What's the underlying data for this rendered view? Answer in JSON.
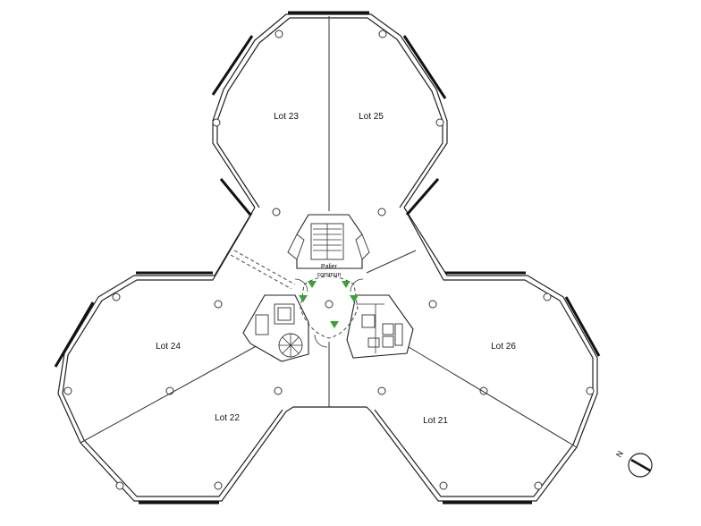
{
  "lots": [
    {
      "label": "Lot 23"
    },
    {
      "label": "Lot 25"
    },
    {
      "label": "Lot 24"
    },
    {
      "label": "Lot 26"
    },
    {
      "label": "Lot 22"
    },
    {
      "label": "Lot 21"
    }
  ],
  "landing": {
    "line1": "Palier",
    "line2": "commun"
  },
  "compass": {
    "north_letter": "N"
  },
  "colors": {
    "arrow": "#3aa335",
    "wall": "#222222"
  }
}
